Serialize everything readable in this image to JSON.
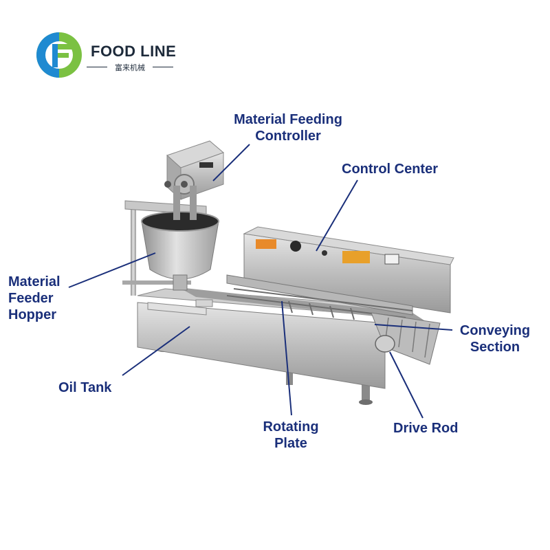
{
  "brand": {
    "name": "FOOD LINE",
    "subtitle": "富来机械",
    "colors": {
      "green": "#7bc142",
      "blue": "#1f8ad1",
      "navy": "#1d2a3a"
    }
  },
  "label_color": "#1a2f7a",
  "labels": {
    "feeding_controller": "Material Feeding\nController",
    "control_center": "Control Center",
    "feeder_hopper": "Material\nFeeder\nHopper",
    "conveying_section": "Conveying\nSection",
    "oil_tank": "Oil Tank",
    "rotating_plate": "Rotating\nPlate",
    "drive_rod": "Drive Rod"
  }
}
